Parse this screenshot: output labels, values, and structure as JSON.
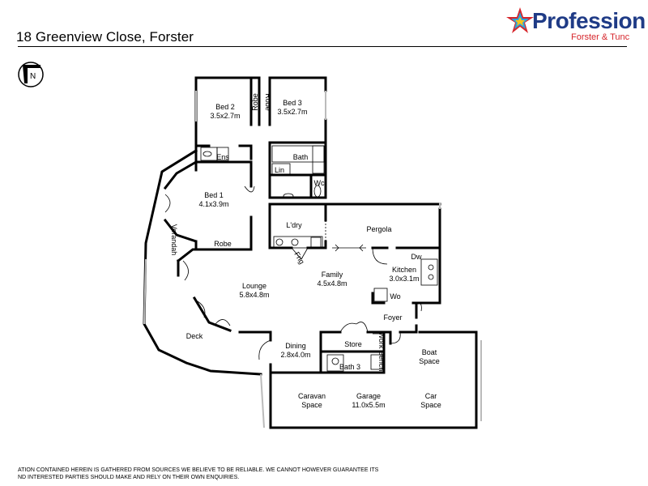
{
  "header": {
    "address": "18 Greenview Close, Forster",
    "brand_name": "Profession",
    "brand_office": "Forster & Tunc"
  },
  "compass": {
    "label": "N"
  },
  "rooms": {
    "bed2": {
      "name": "Bed 2",
      "size": "3.5x2.7m"
    },
    "bed3": {
      "name": "Bed 3",
      "size": "3.5x2.7m"
    },
    "robe_left": "Robe",
    "robe_right": "Robe",
    "ens": "Ens",
    "bath": "Bath",
    "lin": "Lin",
    "wc": "Wc",
    "bed1": {
      "name": "Bed 1",
      "size": "4.1x3.9m"
    },
    "robe_bed1": "Robe",
    "verandah": "Verandah",
    "laundry": "L'dry",
    "pergola": "Pergola",
    "dw": "Dw",
    "kitchen": {
      "name": "Kitchen",
      "size": "3.0x3.1m"
    },
    "wo": "Wo",
    "family": {
      "name": "Family",
      "size": "4.5x4.8m"
    },
    "lounge": {
      "name": "Lounge",
      "size": "5.8x4.8m"
    },
    "frig": "Frig",
    "deck": "Deck",
    "foyer": "Foyer",
    "dining": {
      "name": "Dining",
      "size": "2.8x4.0m"
    },
    "store": "Store",
    "work_bench": "Work Bench",
    "bath3": "Bath 3",
    "boat_space": [
      "Boat",
      "Space"
    ],
    "caravan_space": [
      "Caravan",
      "Space"
    ],
    "garage": {
      "name": "Garage",
      "size": "11.0x5.5m"
    },
    "car_space": [
      "Car",
      "Space"
    ]
  },
  "disclaimer": [
    "ATION CONTAINED HEREIN IS GATHERED FROM SOURCES WE BELIEVE TO BE RELIABLE. WE CANNOT HOWEVER GUARANTEE ITS",
    "ND INTERESTED PARTIES SHOULD MAKE AND RELY ON THEIR OWN ENQUIRIES."
  ],
  "colors": {
    "brand_blue": "#1f3b86",
    "brand_red": "#d6252b",
    "wall": "#000000"
  }
}
